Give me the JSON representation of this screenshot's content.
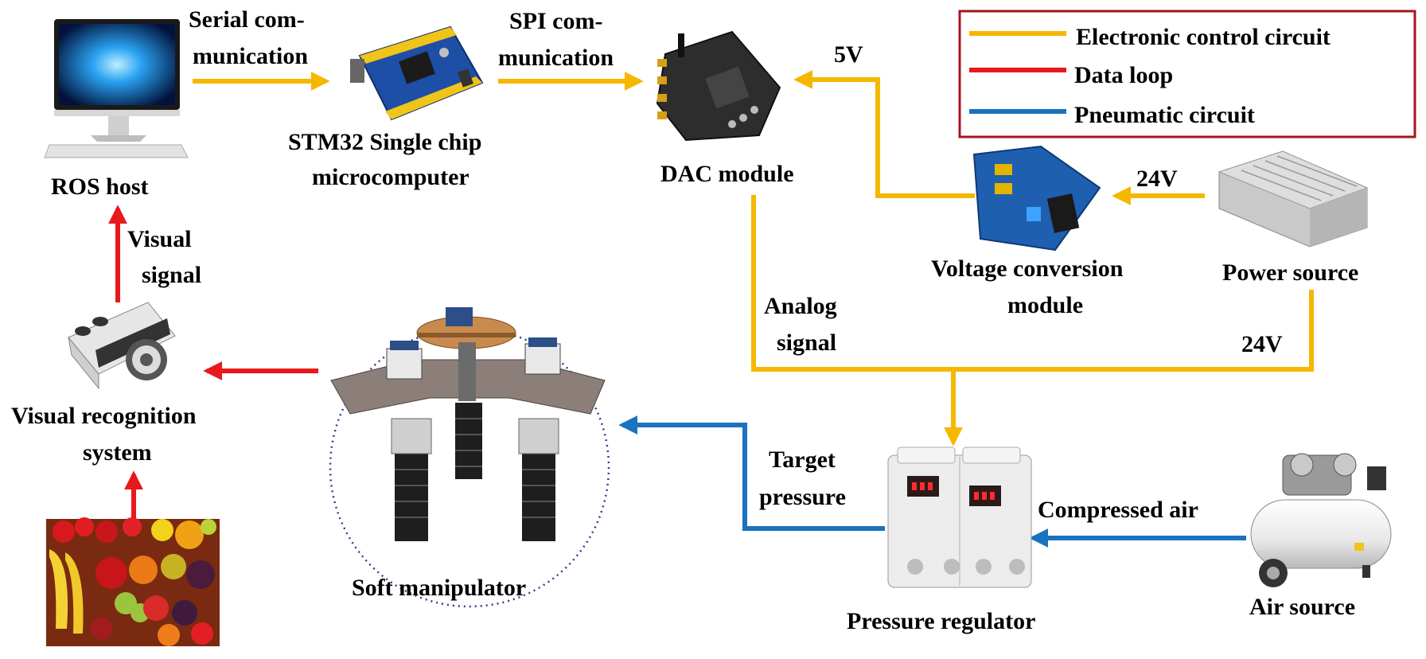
{
  "colors": {
    "electronic": "#F5B700",
    "data": "#E8191C",
    "pneumatic": "#1B72C0",
    "legend_border": "#A6141E",
    "circle_border": "#2E3F8F"
  },
  "legend": {
    "items": [
      {
        "label": "Electronic control circuit",
        "color": "#F5B700"
      },
      {
        "label": "Data loop",
        "color": "#E8191C"
      },
      {
        "label": "Pneumatic circuit",
        "color": "#1B72C0"
      }
    ]
  },
  "nodes": {
    "ros_host": {
      "label": "ROS host",
      "icon": "monitor-icon"
    },
    "stm32": {
      "label_1": "STM32 Single chip",
      "label_2": "microcomputer",
      "icon": "microcontroller-board-icon"
    },
    "dac": {
      "label": "DAC module",
      "icon": "dac-board-icon"
    },
    "voltage_conv": {
      "label_1": "Voltage conversion",
      "label_2": "module",
      "icon": "voltage-converter-board-icon"
    },
    "power": {
      "label": "Power source",
      "icon": "power-supply-icon"
    },
    "camera": {
      "label_1": "Visual recognition",
      "label_2": "system",
      "icon": "camera-icon"
    },
    "fruit": {
      "icon": "fruit-photo-icon"
    },
    "manipulator": {
      "label": "Soft manipulator",
      "icon": "soft-gripper-icon"
    },
    "regulator": {
      "label": "Pressure regulator",
      "icon": "pressure-regulator-icon"
    },
    "air": {
      "label": "Air source",
      "icon": "air-compressor-icon"
    }
  },
  "edges": {
    "serial_1": "Serial com-",
    "serial_2": "munication",
    "spi_1": "SPI com-",
    "spi_2": "munication",
    "v5": "5V",
    "v24_top": "24V",
    "v24_right": "24V",
    "analog_1": "Analog",
    "analog_2": "signal",
    "visual_1": "Visual",
    "visual_2": "signal",
    "target_1": "Target",
    "target_2": "pressure",
    "compressed": "Compressed air"
  }
}
